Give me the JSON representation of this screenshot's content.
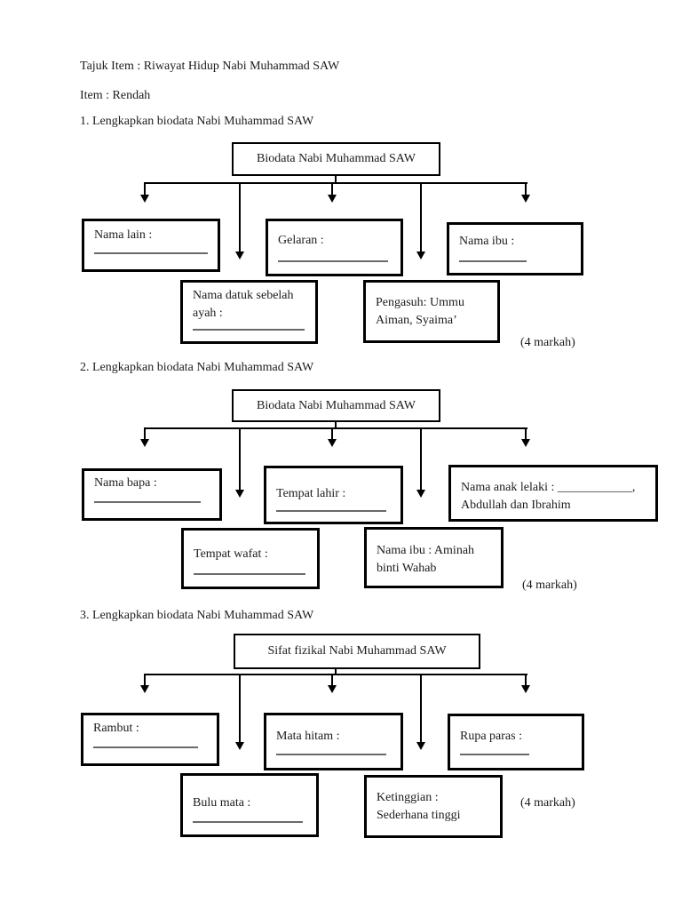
{
  "header": {
    "title_line": "Tajuk Item : Riwayat Hidup Nabi Muhammad SAW",
    "item_line": "Item : Rendah"
  },
  "sections": [
    {
      "question": "1. Lengkapkan biodata Nabi Muhammad SAW",
      "top_box": "Biodata Nabi Muhammad SAW",
      "marks": "(4 markah)",
      "fields": {
        "nama_lain": "Nama lain :",
        "gelaran": "Gelaran :",
        "nama_ibu": "Nama ibu :",
        "nama_datuk_l1": "Nama datuk sebelah",
        "nama_datuk_l2": "ayah :",
        "pengasuh_l1": "Pengasuh: Ummu",
        "pengasuh_l2": "Aiman, Syaima’"
      }
    },
    {
      "question": "2. Lengkapkan biodata Nabi Muhammad SAW",
      "top_box": "Biodata Nabi Muhammad SAW",
      "marks": "(4 markah)",
      "fields": {
        "nama_bapa": "Nama bapa :",
        "tempat_lahir": "Tempat lahir :",
        "nama_anak_l1": "Nama anak lelaki : ____________,",
        "nama_anak_l2": "Abdullah dan Ibrahim",
        "tempat_wafat": "Tempat wafat :",
        "nama_ibu_l1": "Nama ibu : Aminah",
        "nama_ibu_l2": "binti Wahab"
      }
    },
    {
      "question": "3. Lengkapkan biodata Nabi Muhammad SAW",
      "top_box": "Sifat fizikal Nabi Muhammad SAW",
      "marks": "(4 markah)",
      "fields": {
        "rambut": "Rambut :",
        "mata_hitam": "Mata hitam :",
        "rupa_paras": "Rupa paras :",
        "bulu_mata": "Bulu mata :",
        "ketinggian_l1": "Ketinggian :",
        "ketinggian_l2": "Sederhana tinggi"
      }
    }
  ]
}
